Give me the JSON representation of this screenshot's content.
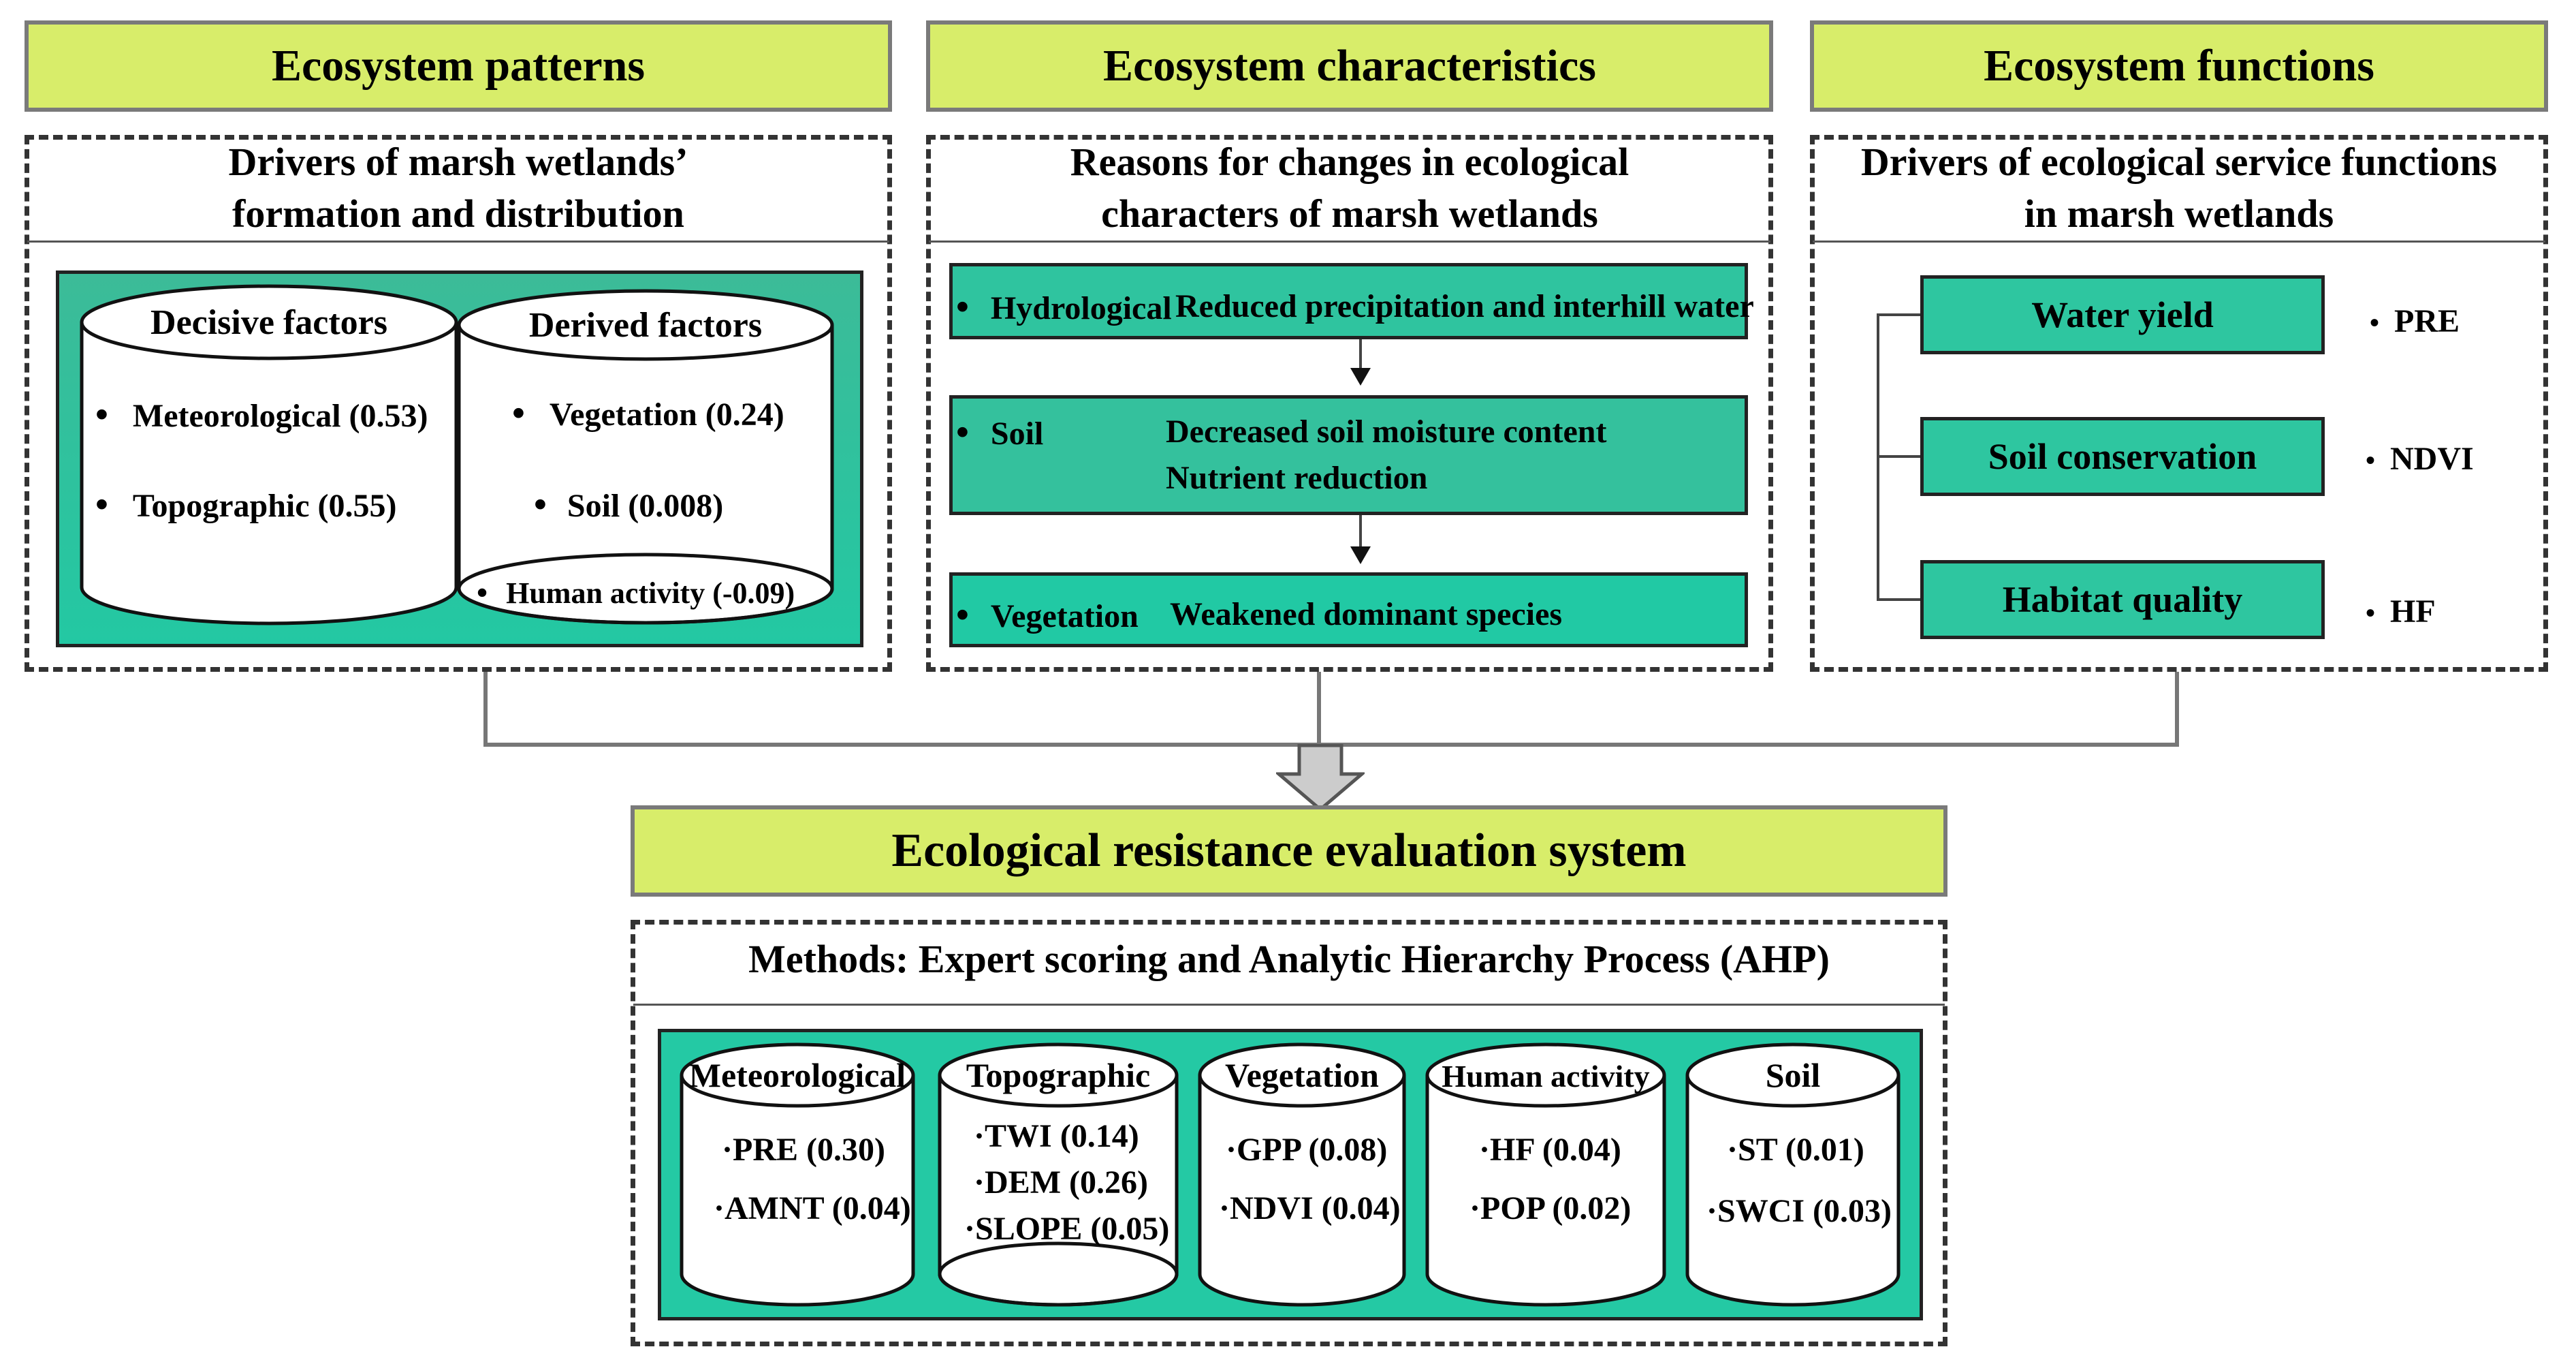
{
  "headers": {
    "patterns": "Ecosystem patterns",
    "characteristics": "Ecosystem characteristics",
    "functions": "Ecosystem functions",
    "evaluation": "Ecological resistance evaluation system"
  },
  "patterns": {
    "subtitle_line1": "Drivers of marsh wetlands’",
    "subtitle_line2": "formation and distribution",
    "decisive": {
      "title": "Decisive factors",
      "items": [
        "Meteorological (0.53)",
        "Topographic (0.55)"
      ]
    },
    "derived": {
      "title": "Derived factors",
      "items": [
        "Vegetation (0.24)",
        "Soil (0.008)",
        "Human activity (-0.09)"
      ]
    }
  },
  "characteristics": {
    "subtitle_line1": "Reasons for changes in ecological",
    "subtitle_line2": "characters of marsh wetlands",
    "rows": [
      {
        "label": "Hydrological",
        "desc": [
          "Reduced precipitation and interhill water"
        ]
      },
      {
        "label": "Soil",
        "desc": [
          "Decreased soil moisture content",
          "Nutrient reduction"
        ]
      },
      {
        "label": "Vegetation",
        "desc": [
          "Weakened dominant species"
        ]
      }
    ]
  },
  "functions": {
    "subtitle_line1": "Drivers of ecological service functions",
    "subtitle_line2": "in marsh wetlands",
    "items": [
      {
        "name": "Water yield",
        "driver": "PRE"
      },
      {
        "name": "Soil conservation",
        "driver": "NDVI"
      },
      {
        "name": "Habitat quality",
        "driver": "HF"
      }
    ]
  },
  "evaluation": {
    "methods_label": "Methods",
    "methods_text": ": Expert scoring and Analytic Hierarchy Process (AHP)",
    "cylinders": [
      {
        "title": "Meteorological",
        "items": [
          "·PRE (0.30)",
          "·AMNT (0.04)"
        ]
      },
      {
        "title": "Topographic",
        "items": [
          "·TWI (0.14)",
          "·DEM (0.26)",
          "·SLOPE (0.05)"
        ]
      },
      {
        "title": "Vegetation",
        "items": [
          "·GPP (0.08)",
          "·NDVI (0.04)"
        ]
      },
      {
        "title": "Human activity",
        "items": [
          "·HF (0.04)",
          "·POP (0.02)"
        ]
      },
      {
        "title": "Soil",
        "items": [
          "·ST (0.01)",
          "·SWCI (0.03)"
        ]
      }
    ]
  },
  "bullet": "•",
  "colors": {
    "header_fill": "#d8ed6a",
    "teal": "#2ec6a0",
    "border_gray": "#7a7a7a"
  }
}
